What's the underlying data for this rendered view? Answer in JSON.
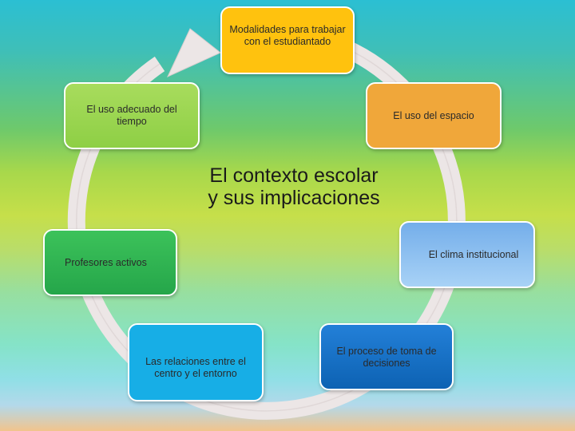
{
  "diagram": {
    "center_title": "El contexto escolar y sus implicaciones",
    "nodes": [
      {
        "id": "modalidades",
        "label": "Modalidades para trabajar con el estudiantado",
        "color": "#ffc20e"
      },
      {
        "id": "espacio",
        "label": "El uso del espacio",
        "color": "#f0a73a"
      },
      {
        "id": "clima",
        "label": "El clima institucional",
        "color": "#8ec2f0"
      },
      {
        "id": "proceso",
        "label": "El proceso de toma de decisiones",
        "color": "#1670c5"
      },
      {
        "id": "relaciones",
        "label": "Las relaciones entre el centro y el entorno",
        "color": "#17aee6"
      },
      {
        "id": "profesores",
        "label": "Profesores activos",
        "color": "#2fb552"
      },
      {
        "id": "tiempo",
        "label": "El uso adecuado del tiempo",
        "color": "#9bd651"
      }
    ],
    "arrow_color": "#e6dede"
  }
}
